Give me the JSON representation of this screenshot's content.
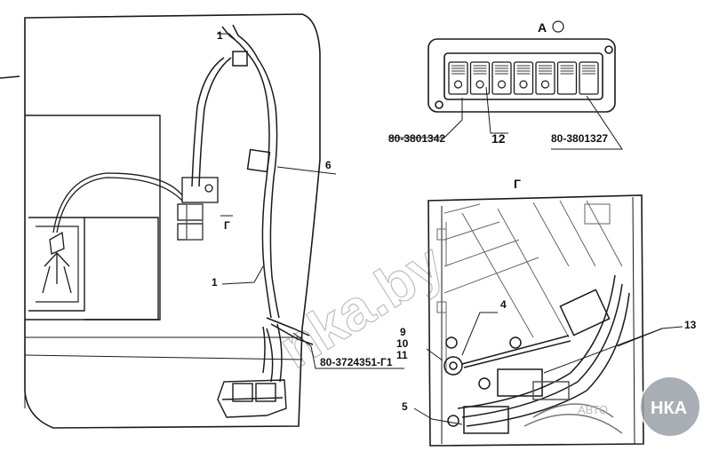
{
  "labels": {
    "view_a": "А",
    "view_g_top": "Г",
    "view_g_small": "Г",
    "callout_1": "1",
    "callout_4": "4",
    "callout_5": "5",
    "callout_6": "6",
    "callout_9": "9",
    "callout_10": "10",
    "callout_11": "11",
    "callout_12": "12",
    "callout_13": "13",
    "part_panel_left": "80-3801342",
    "part_panel_right": "80-3801327",
    "part_harness": "80-3724351-Г1"
  },
  "watermark": {
    "text": "nka.by",
    "logo_text": "НКА",
    "logo_prefix": "АВТО"
  },
  "colors": {
    "line": "#1a1a1a",
    "hatch": "#555555",
    "logo_bg": "#9aa0a6"
  }
}
